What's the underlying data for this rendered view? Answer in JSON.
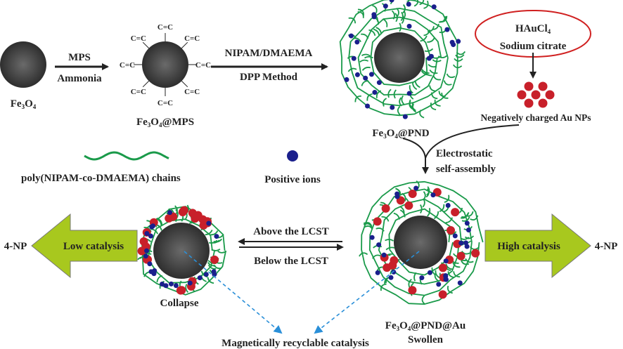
{
  "steps": {
    "fe3o4": {
      "main": "Fe",
      "s1": "3",
      "o": "O",
      "s2": "4"
    },
    "mps_arrow": {
      "top": "MPS",
      "bottom": "Ammonia"
    },
    "fe3o4_mps": {
      "suffix": "@MPS",
      "group": "C=C"
    },
    "dpp_arrow": {
      "top": "NIPAM/DMAEMA",
      "bottom": "DPP Method"
    },
    "fe3o4_pnd": {
      "suffix": "@PND"
    },
    "reagent": {
      "line1": "HAuCl",
      "line1_sub": "4",
      "line2": "Sodium citrate"
    },
    "au_nps": "Negatively charged Au NPs",
    "assembly": {
      "line1": "Electrostatic",
      "line2": "self-assembly"
    },
    "fe3o4_pnd_au": {
      "suffix": "@PND@Au",
      "state": "Swollen"
    },
    "collapse": "Collapse",
    "lcst": {
      "above": "Above the LCST",
      "below": "Below the LCST"
    },
    "low": {
      "label": "Low catalysis",
      "substrate": "4-NP"
    },
    "high": {
      "label": "High catalysis",
      "substrate": "4-NP"
    },
    "recycle": "Magnetically recyclable catalysis"
  },
  "legend": {
    "chains": "poly(NIPAM-co-DMAEMA) chains",
    "ions": "Positive ions"
  },
  "colors": {
    "core": "#3a3a3a",
    "chain": "#1a9a4a",
    "ion": "#1a1f8c",
    "au": "#c8202a",
    "big_arrow": "#a8c81e",
    "dash": "#2a8fd8",
    "ellipse": "#d02020"
  }
}
